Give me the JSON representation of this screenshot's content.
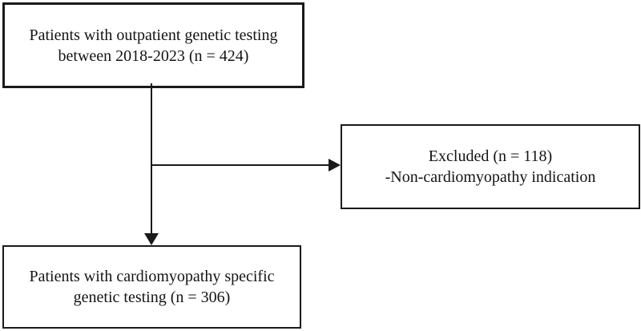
{
  "type": "flowchart",
  "colors": {
    "background": "#ffffff",
    "box_border": "#1a1a1a",
    "text": "#141414",
    "connector": "#1a1a1a"
  },
  "nodes": {
    "top": {
      "line1": "Patients with outpatient genetic testing",
      "line2": "between 2018-2023 (n = 424)",
      "n": 424
    },
    "excluded": {
      "line1": "Excluded (n = 118)",
      "line2": "-Non-cardiomyopathy indication",
      "n": 118
    },
    "bottom": {
      "line1": "Patients with cardiomyopathy specific",
      "line2": "genetic testing (n = 306)",
      "n": 306
    }
  }
}
